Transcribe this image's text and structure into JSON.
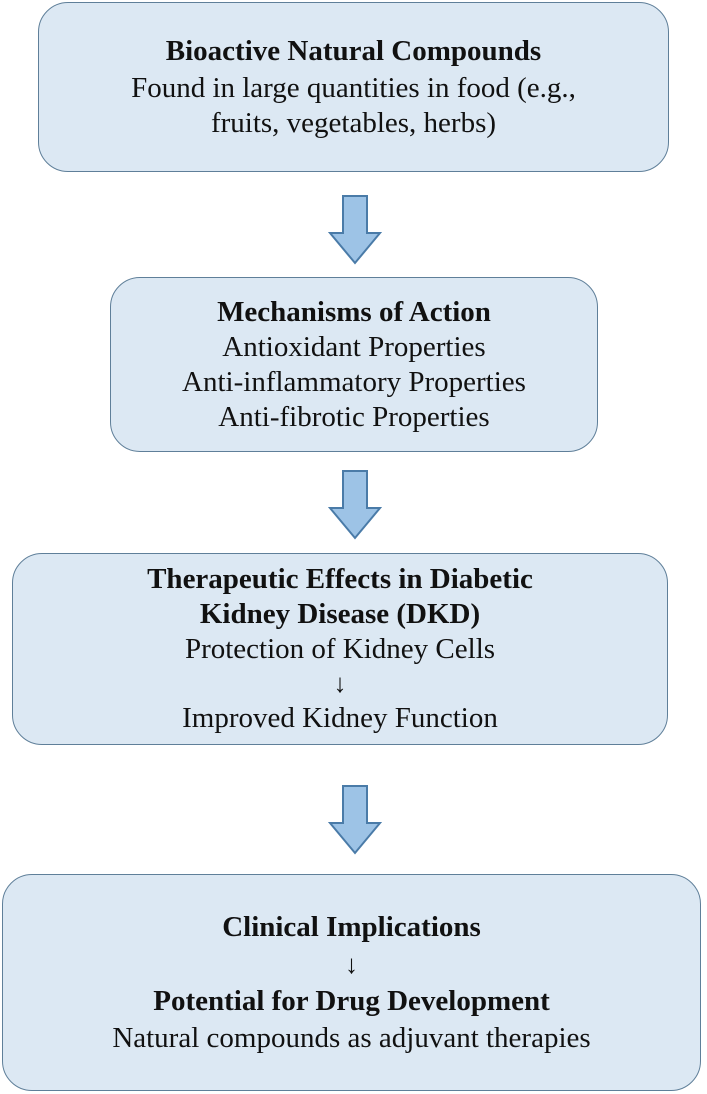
{
  "boxes": [
    {
      "title": "Bioactive Natural Compounds",
      "lines": [
        "Found in large quantities in food (e.g.,",
        "fruits, vegetables, herbs)"
      ]
    },
    {
      "title": "Mechanisms of Action",
      "lines": [
        "Antioxidant Properties",
        "Anti-inflammatory Properties",
        "Anti-fibrotic Properties"
      ]
    },
    {
      "title_lines": [
        "Therapeutic Effects in Diabetic",
        "Kidney Disease (DKD)"
      ],
      "lines": [
        "Protection of Kidney Cells",
        "↓",
        "Improved Kidney Function"
      ]
    },
    {
      "title": "Clinical Implications",
      "arrow": "↓",
      "subtitle": "Potential for Drug Development",
      "lines": [
        "Natural compounds as adjuvant therapies"
      ]
    }
  ],
  "colors": {
    "box_fill": "#dce8f3",
    "box_border": "#5f7f99",
    "arrow_fill": "#9dc3e6",
    "arrow_border": "#4a7ba8"
  }
}
